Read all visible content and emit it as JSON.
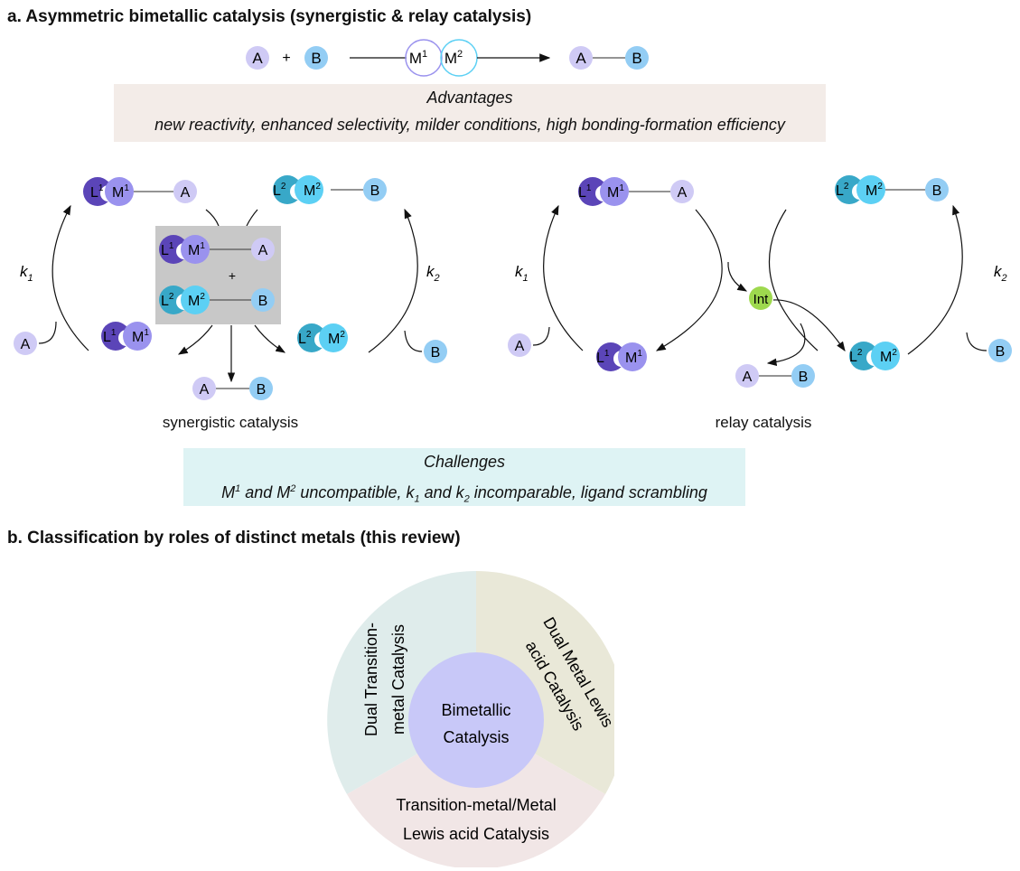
{
  "section_a": {
    "title": "a. Asymmetric bimetallic catalysis (synergistic & relay catalysis)",
    "reaction": {
      "reactant_a": "A",
      "plus": "+",
      "reactant_b": "B",
      "catalyst_1": "M",
      "catalyst_1_sup": "1",
      "catalyst_2": "M",
      "catalyst_2_sup": "2",
      "product_a": "A",
      "product_b": "B"
    },
    "advantages": {
      "heading": "Advantages",
      "text": "new reactivity, enhanced selectivity, milder conditions, high bonding-formation efficiency"
    },
    "synergistic": {
      "caption": "synergistic catalysis",
      "ligand_1": "L",
      "ligand_1_sup": "1",
      "metal_1": "M",
      "metal_1_sup": "1",
      "ligand_2": "L",
      "ligand_2_sup": "2",
      "metal_2": "M",
      "metal_2_sup": "2",
      "substrate_a": "A",
      "substrate_b": "B",
      "plus": "+",
      "rate_1": "k",
      "rate_1_sub": "1",
      "rate_2": "k",
      "rate_2_sub": "2"
    },
    "relay": {
      "caption": "relay catalysis",
      "intermediate": "Int",
      "substrate_a": "A",
      "substrate_b": "B",
      "rate_1": "k",
      "rate_1_sub": "1",
      "rate_2": "k",
      "rate_2_sub": "2"
    },
    "challenges": {
      "heading": "Challenges",
      "m1": "M",
      "m1_sup": "1",
      "and1": " and ",
      "m2": "M",
      "m2_sup": "2",
      "uncompatible": " uncompatible, ",
      "k1": "k",
      "k1_sub": "1",
      "and2": " and ",
      "k2": "k",
      "k2_sub": "2",
      "rest": " incomparable, ligand scrambling"
    }
  },
  "section_b": {
    "title": "b. Classification by roles of distinct metals (this review)",
    "center": {
      "line1": "Bimetallic",
      "line2": "Catalysis"
    },
    "segments": [
      {
        "line1": "Dual Transition-",
        "line2": "metal Catalysis",
        "color": "#dfeceb"
      },
      {
        "line1": "Dual Metal Lewis",
        "line2": "acid Catalysis",
        "color": "#e9e8d8"
      },
      {
        "line1": "Transition-metal/Metal",
        "line2": "Lewis acid Catalysis",
        "color": "#f1e6e6"
      }
    ]
  },
  "colors": {
    "ligand1": "#5b45b8",
    "metal1": "#9a92ee",
    "subA": "#cfcaf5",
    "ligand2": "#38a8c8",
    "metal2": "#5cd0f4",
    "subB": "#93cdf4",
    "int": "#9ed94e",
    "center": "#c8c8f8"
  }
}
